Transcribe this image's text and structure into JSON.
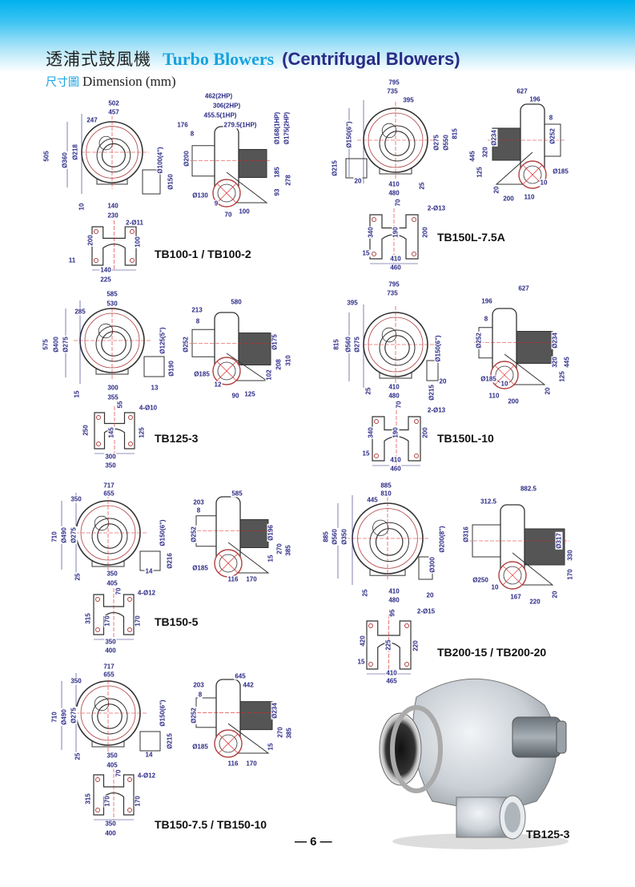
{
  "header": {
    "title_zh": "透浦式鼓風機",
    "title_en": "Turbo Blowers",
    "title_en2": "(Centrifugal Blowers)",
    "subtitle_zh": "尺寸圖",
    "subtitle_en": "Dimension (mm)"
  },
  "colors": {
    "accent": "#16a3e0",
    "navy": "#2b2a86",
    "header_top": "#00b2ee",
    "centerline": "#e02020"
  },
  "models": [
    {
      "name": "TB100-1 / TB100-2",
      "dims": [
        "502",
        "457",
        "247",
        "505",
        "Ø360",
        "Ø218",
        "Ø100(4\")",
        "Ø150",
        "10",
        "140",
        "230",
        "462(2HP)",
        "306(2HP)",
        "455.5(1HP)",
        "176",
        "279.5(1HP)",
        "8",
        "Ø168(1HP)",
        "Ø175(2HP)",
        "Ø200",
        "185",
        "278",
        "93",
        "Ø130",
        "9",
        "70",
        "100",
        "2-Ø11",
        "200",
        "100",
        "11",
        "140",
        "225"
      ]
    },
    {
      "name": "TB150L-7.5A",
      "dims": [
        "795",
        "735",
        "395",
        "Ø150(6\")",
        "Ø215",
        "20",
        "410",
        "480",
        "25",
        "Ø275",
        "Ø550",
        "815",
        "627",
        "196",
        "8",
        "Ø234",
        "320",
        "445",
        "125",
        "Ø185",
        "10",
        "20",
        "200",
        "110",
        "70",
        "2-Ø13",
        "340",
        "190",
        "200",
        "15",
        "410",
        "460",
        "Ø252"
      ]
    },
    {
      "name": "TB125-3",
      "dims": [
        "585",
        "530",
        "285",
        "575",
        "Ø400",
        "Ø275",
        "Ø125(5\")",
        "Ø190",
        "15",
        "300",
        "13",
        "355",
        "213",
        "580",
        "8",
        "Ø252",
        "Ø175",
        "208",
        "102",
        "310",
        "Ø185",
        "12",
        "90",
        "125",
        "55",
        "4-Ø10",
        "250",
        "145",
        "125",
        "300",
        "350"
      ]
    },
    {
      "name": "TB150L-10",
      "dims": [
        "795",
        "735",
        "395",
        "815",
        "Ø560",
        "Ø275",
        "Ø150(6\")",
        "Ø215",
        "25",
        "410",
        "20",
        "480",
        "627",
        "196",
        "8",
        "Ø252",
        "Ø234",
        "320",
        "445",
        "125",
        "Ø185",
        "10",
        "20",
        "110",
        "200",
        "70",
        "2-Ø13",
        "340",
        "190",
        "200",
        "15",
        "410",
        "460"
      ]
    },
    {
      "name": "TB150-5",
      "dims": [
        "717",
        "655",
        "350",
        "710",
        "Ø490",
        "Ø275",
        "Ø150(6\")",
        "Ø216",
        "25",
        "14",
        "350",
        "405",
        "203",
        "585",
        "8",
        "Ø252",
        "Ø196",
        "270",
        "15",
        "385",
        "Ø185",
        "116",
        "170",
        "70",
        "4-Ø12",
        "315",
        "170",
        "170",
        "350",
        "400"
      ]
    },
    {
      "name": "TB200-15 / TB200-20",
      "dims": [
        "885",
        "810",
        "445",
        "885",
        "Ø560",
        "Ø350",
        "Ø200(8\")",
        "Ø300",
        "25",
        "410",
        "20",
        "480",
        "882.5",
        "312.5",
        "Ø316",
        "Ø317",
        "330",
        "170",
        "20",
        "Ø250",
        "10",
        "167",
        "220",
        "95",
        "2-Ø15",
        "420",
        "225",
        "220",
        "15",
        "410",
        "465"
      ]
    },
    {
      "name": "TB150-7.5 / TB150-10",
      "dims": [
        "717",
        "655",
        "350",
        "710",
        "Ø490",
        "Ø275",
        "Ø150(6\")",
        "Ø215",
        "25",
        "14",
        "350",
        "405",
        "645",
        "203",
        "442",
        "8",
        "Ø252",
        "Ø234",
        "270",
        "15",
        "385",
        "Ø185",
        "116",
        "170",
        "70",
        "4-Ø12",
        "315",
        "170",
        "170",
        "350",
        "400"
      ]
    }
  ],
  "photo": {
    "label": "TB125-3"
  },
  "footer": {
    "page": "— 6 —"
  }
}
